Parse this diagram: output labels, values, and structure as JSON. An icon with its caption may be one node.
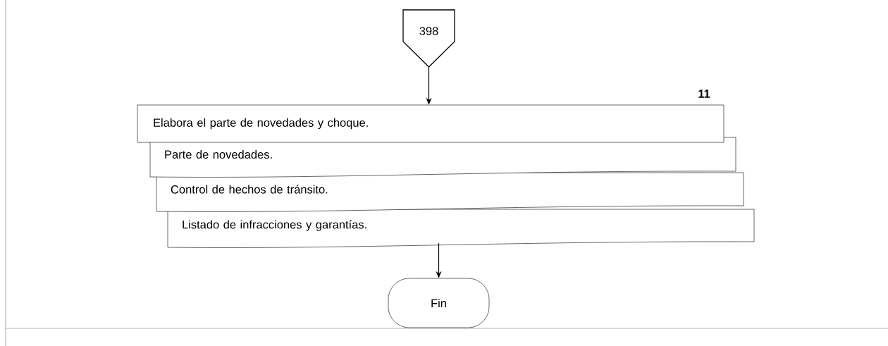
{
  "diagram": {
    "nodes": [
      {
        "text": [
          "398"
        ]
      },
      {
        "text": [
          "Elabora el parte de novedades y choque."
        ],
        "beside": [
          "11"
        ]
      },
      {
        "text": [
          "Parte de novedades."
        ]
      },
      {
        "text": [
          "Control de hechos de tránsito."
        ]
      },
      {
        "text": [
          "Listado de infracciones y garantías."
        ]
      },
      {
        "text": [
          "Fin"
        ]
      }
    ],
    "edges": [
      {
        "from": 0,
        "to": 1,
        "arrow": "to"
      },
      {
        "from": 4,
        "to": 5,
        "arrow": "to"
      }
    ]
  }
}
